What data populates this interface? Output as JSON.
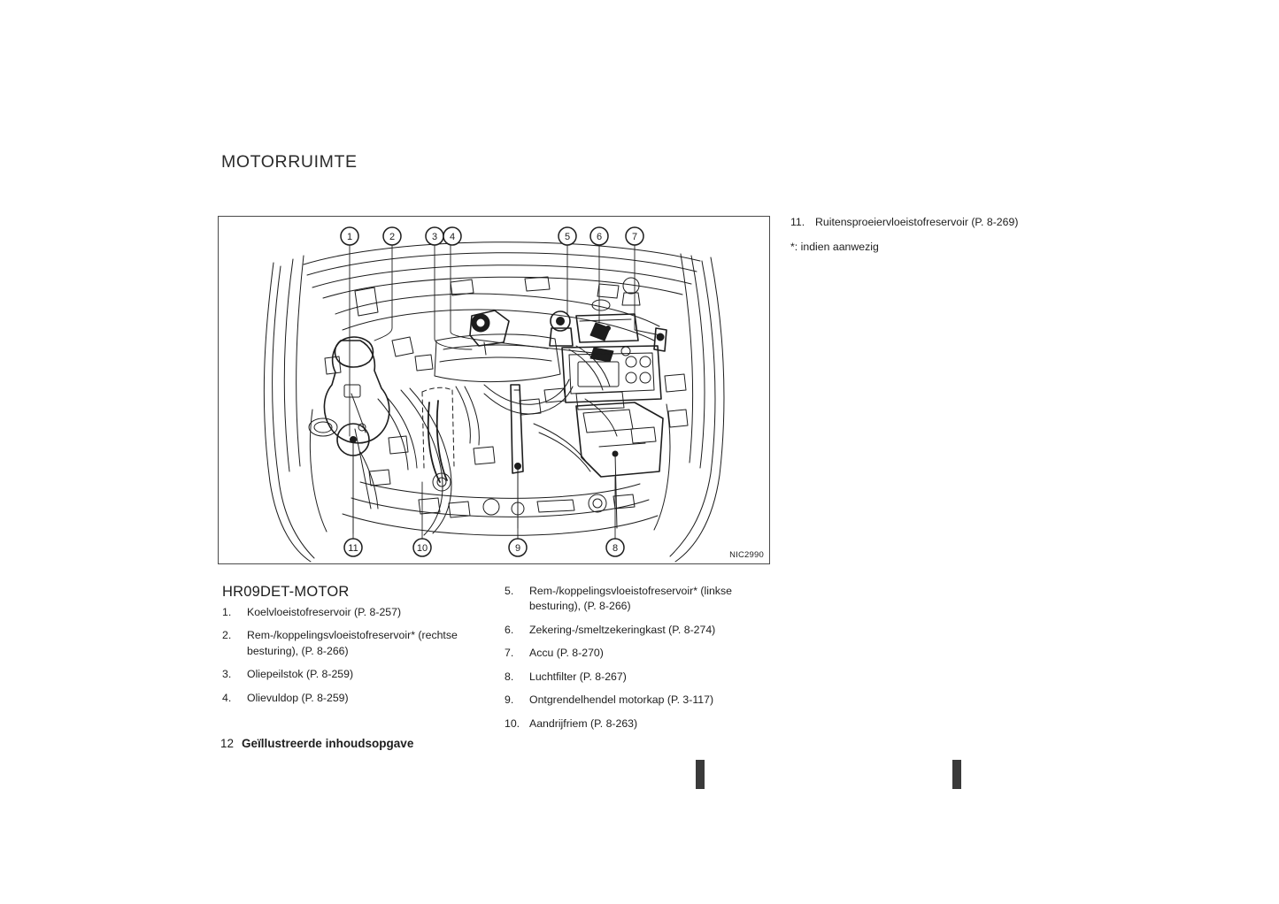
{
  "document": {
    "section_title": "MOTORRUIMTE",
    "figure_code": "NIC2990",
    "engine_heading": "HR09DET-MOTOR"
  },
  "callouts": {
    "top": [
      "1",
      "2",
      "3",
      "4",
      "5",
      "6",
      "7"
    ],
    "bottom": [
      "11",
      "10",
      "9",
      "8"
    ]
  },
  "legend_left": [
    {
      "num": "1.",
      "text": "Koelvloeistofreservoir (P. 8-257)"
    },
    {
      "num": "2.",
      "text": "Rem-/koppelingsvloeistofreservoir* (rechtse besturing), (P. 8-266)"
    },
    {
      "num": "3.",
      "text": "Oliepeilstok (P. 8-259)"
    },
    {
      "num": "4.",
      "text": "Olievuldop (P. 8-259)"
    }
  ],
  "legend_right": [
    {
      "num": "5.",
      "text": "Rem-/koppelingsvloeistofreservoir* (linkse besturing), (P. 8-266)"
    },
    {
      "num": "6.",
      "text": "Zekering-/smeltzekeringkast (P. 8-274)"
    },
    {
      "num": "7.",
      "text": "Accu (P. 8-270)"
    },
    {
      "num": "8.",
      "text": "Luchtfilter (P. 8-267)"
    },
    {
      "num": "9.",
      "text": "Ontgrendelhendel motorkap (P. 3-117)"
    },
    {
      "num": "10.",
      "text": "Aandrijfriem (P. 8-263)"
    }
  ],
  "continued_list": [
    {
      "num": "11.",
      "text": "Ruitensproeiervloeistofreservoir (P. 8-269)"
    }
  ],
  "footnote": "*: indien aanwezig",
  "footer": {
    "page_number": "12",
    "title": "Geïllustreerde inhoudsopgave"
  },
  "colors": {
    "text": "#1d1d1d",
    "frame_border": "#4a4a4a",
    "page_background": "#ffffff",
    "crop_mark": "#3a3a3a"
  }
}
